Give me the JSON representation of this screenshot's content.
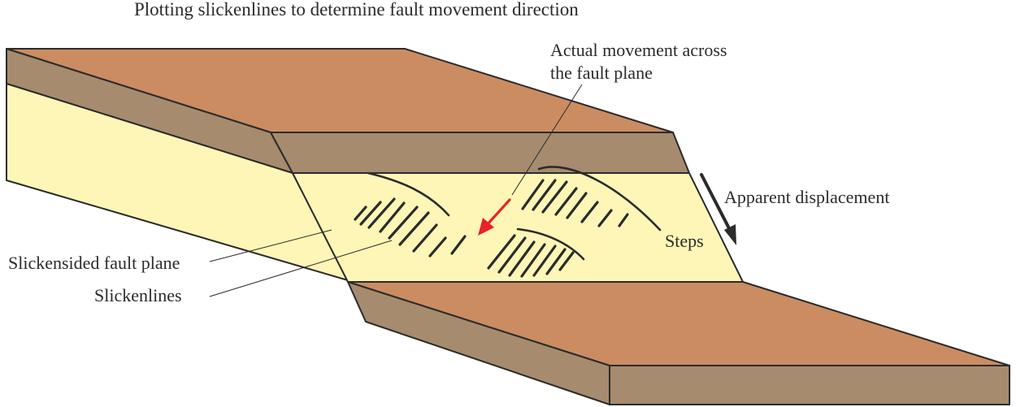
{
  "title": "Plotting slickenlines to determine fault movement direction",
  "labels": {
    "actual_movement_line1": "Actual movement across",
    "actual_movement_line2": "the fault plane",
    "apparent_displacement": "Apparent displacement",
    "steps": "Steps",
    "slickensided_fault_plane": "Slickensided fault plane",
    "slickenlines": "Slickenlines"
  },
  "colors": {
    "top_surface": "#cb8c62",
    "brown_layer": "#a68b6e",
    "yellow_layer": "#fdf6b6",
    "fault_plane": "#fdf6b6",
    "movement_arrow": "#e8232a",
    "ink": "#2b2b2b"
  }
}
